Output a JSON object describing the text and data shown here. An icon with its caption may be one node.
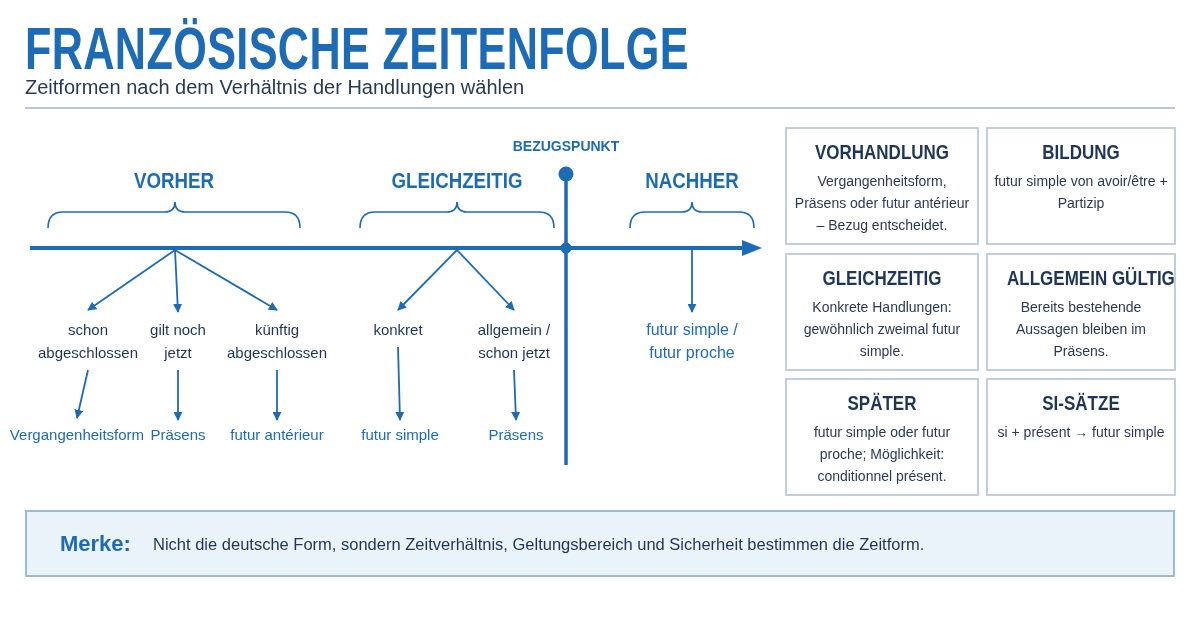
{
  "diagram": {
    "title": "FRANZÖSISCHE ZEITENFOLGE",
    "nodes": [
      {
        "text": [
          "VORHER"
        ]
      },
      {
        "text": [
          "GLEICHZEITIG"
        ]
      },
      {
        "text": [
          "NACHHER"
        ]
      },
      {
        "text": [
          "schon abgeschlossen"
        ]
      },
      {
        "text": [
          "gilt noch jetzt"
        ]
      },
      {
        "text": [
          "künftig abgeschlossen"
        ]
      },
      {
        "text": [
          "konkret"
        ]
      },
      {
        "text": [
          "allgemein / schon jetzt"
        ]
      },
      {
        "text": [
          "futur simple / futur proche"
        ]
      },
      {
        "text": [
          "Vergangenheitsform"
        ]
      },
      {
        "text": [
          "Präsens"
        ]
      },
      {
        "text": [
          "futur antérieur"
        ]
      },
      {
        "text": [
          "futur simple"
        ]
      },
      {
        "text": [
          "Präsens"
        ]
      },
      {
        "text": [
          "VORHANDLUNG",
          "Vergangenheitsform, Präsens oder futur antérieur – Bezug entscheidet."
        ]
      },
      {
        "text": [
          "BILDUNG",
          "futur simple von avoir/être + Partizip"
        ]
      },
      {
        "text": [
          "GLEICHZEITIG",
          "Konkrete Handlungen: gewöhnlich zweimal futur simple."
        ]
      },
      {
        "text": [
          "ALLGEMEIN GÜLTIG",
          "Bereits bestehende Aussagen bleiben im Präsens."
        ]
      },
      {
        "text": [
          "SPÄTER",
          "futur simple oder futur proche; Möglichkeit: conditionnel présent."
        ]
      },
      {
        "text": [
          "SI-SÄTZE",
          "si + présent → futur simple"
        ]
      },
      {
        "text": [
          "Merke:",
          "Nicht die deutsche Form, sondern Zeitverhältnis, Geltungsbereich und Sicherheit bestimmen die Zeitform."
        ]
      }
    ],
    "edges": [
      {
        "from": 0,
        "to": 3,
        "arrow": "to"
      },
      {
        "from": 0,
        "to": 4,
        "arrow": "to"
      },
      {
        "from": 0,
        "to": 5,
        "arrow": "to"
      },
      {
        "from": 1,
        "to": 6,
        "arrow": "to"
      },
      {
        "from": 1,
        "to": 7,
        "arrow": "to"
      },
      {
        "from": 2,
        "to": 8,
        "arrow": "to"
      },
      {
        "from": 3,
        "to": 9,
        "arrow": "to"
      },
      {
        "from": 4,
        "to": 10,
        "arrow": "to"
      },
      {
        "from": 5,
        "to": 11,
        "arrow": "to"
      },
      {
        "from": 6,
        "to": 12,
        "arrow": "to"
      },
      {
        "from": 7,
        "to": 13,
        "arrow": "to"
      }
    ],
    "labels": [
      "Zeitformen nach dem Verhältnis der Handlungen wählen",
      "BEZUGSPUNKT"
    ]
  }
}
